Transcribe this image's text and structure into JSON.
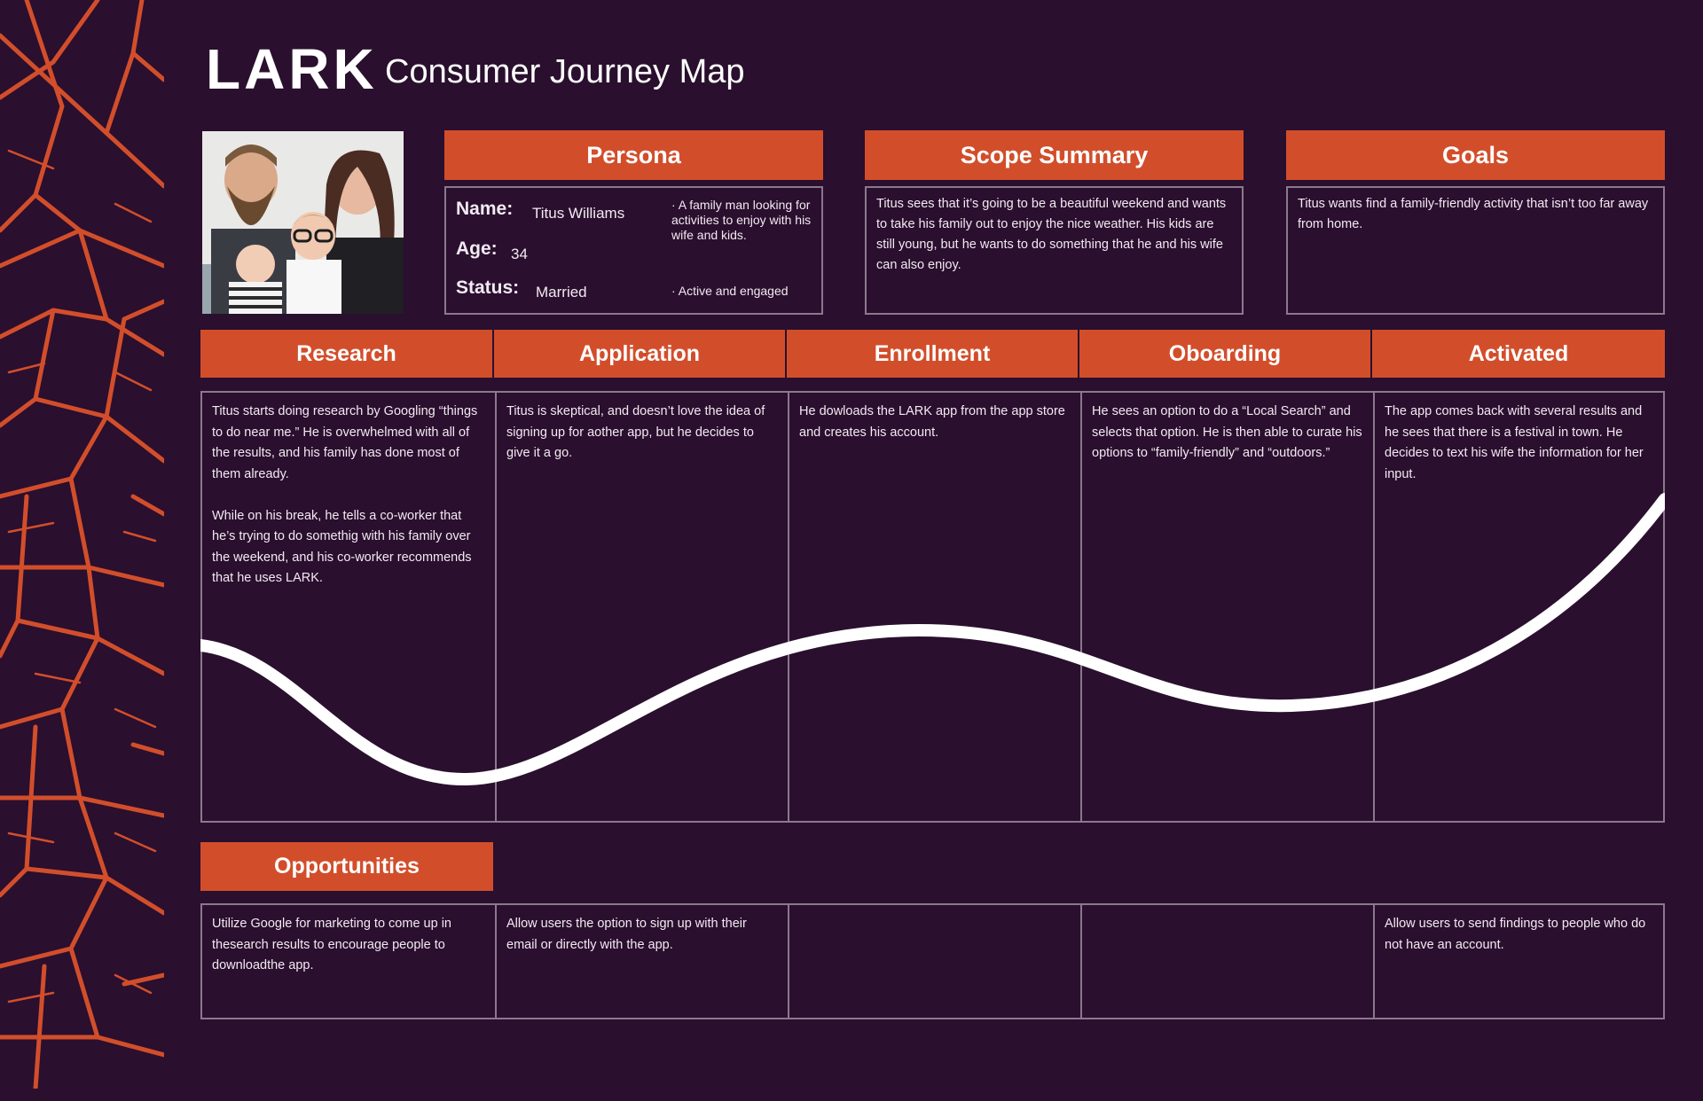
{
  "brand": {
    "logo": "LARK",
    "title": "Consumer Journey Map",
    "accent_color": "#d24e2b",
    "background_color": "#2a0f2e"
  },
  "persona": {
    "header": "Persona",
    "name_label": "Name:",
    "name_value": "Titus Williams",
    "age_label": "Age:",
    "age_value": "34",
    "status_label": "Status:",
    "status_value": "Married",
    "note_1": "· A family man looking for activities to enjoy with his wife and kids.",
    "note_2": "· Active and engaged"
  },
  "scope": {
    "header": "Scope Summary",
    "text": "Titus sees that it’s going to be a beautiful weekend and wants to take his family out to enjoy the nice weather. His kids are still young, but he wants to do something that he and his wife can also enjoy."
  },
  "goals": {
    "header": "Goals",
    "text": "Titus wants find a family-friendly activity that isn’t too far away from home."
  },
  "stages": [
    {
      "title": "Research",
      "paragraphs": [
        "Titus starts doing research by Googling “things to do near me.” He is overwhelmed with all of the results, and his family has done most of them already.",
        "While on his break, he tells a co-worker that he’s trying to do somethig with his family over the weekend, and his co-worker recommends that he uses LARK."
      ]
    },
    {
      "title": "Application",
      "paragraphs": [
        "Titus is skeptical, and doesn’t love the idea of signing up for aother app, but he decides to give it a go."
      ]
    },
    {
      "title": "Enrollment",
      "paragraphs": [
        "He dowloads the  LARK app from the app store and creates his account."
      ]
    },
    {
      "title": "Oboarding",
      "paragraphs": [
        "He sees an option to do a “Local Search” and selects that option. He is then able to curate his options to “family-friendly” and “outdoors.”"
      ]
    },
    {
      "title": "Activated",
      "paragraphs": [
        "The app comes back with several results and he sees that there is a festival in town. He decides to text his wife the information for her input."
      ]
    }
  ],
  "opportunities": {
    "header": "Opportunities",
    "cells": [
      "Utilize Google for marketing to come up in thesearch results to encourage people to downloadthe app.",
      "Allow users the option to sign up with their email or directly with the app.",
      "",
      "",
      "Allow users to send findings to people who do not have an account."
    ]
  }
}
